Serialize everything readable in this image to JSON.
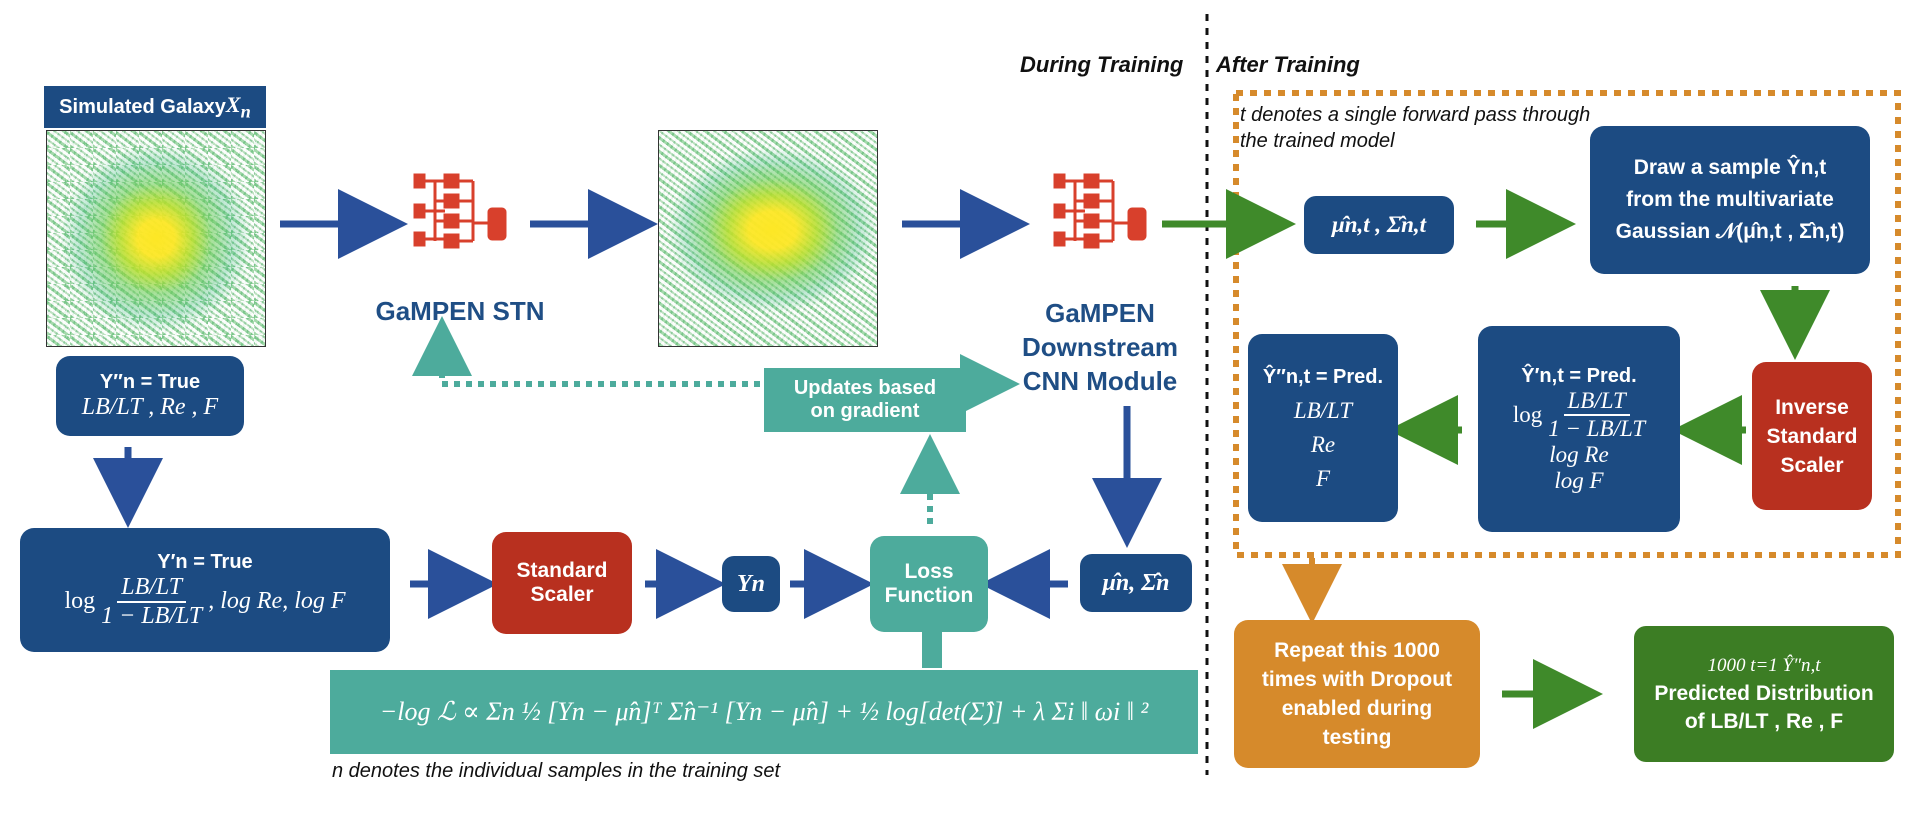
{
  "headers": {
    "during": "During Training",
    "after": "After Training"
  },
  "note_forward": "t denotes a single forward pass through the trained model",
  "note_samples": "n denotes the individual samples in the training set",
  "galaxy_label": {
    "text": "Simulated Galaxy ",
    "math": "Xn"
  },
  "true_box": {
    "line1": "Y″n = True",
    "line2": "LB/LT , Re , F"
  },
  "true_transformed": {
    "line1": "Y′n = True",
    "numerator": "LB/LT",
    "denominator": "1 − LB/LT",
    "log": "log",
    "rest": ", log Re, log F"
  },
  "stn_label": "GaMPEN STN",
  "downstream_label": [
    "GaMPEN",
    "Downstream",
    "CNN Module"
  ],
  "updates_box": [
    "Updates based",
    "on gradient"
  ],
  "standard_scaler": [
    "Standard",
    "Scaler"
  ],
  "yn_box": "Yn",
  "loss_box": [
    "Loss",
    "Function"
  ],
  "mu_sigma_box": "μ̂n, Σ̂n",
  "mu_sigma_t_box": "μ̂n,t , Σ̂n,t",
  "draw_box": [
    "Draw a sample  Ŷn,t",
    "from the multivariate",
    "Gaussian  𝒩(μ̂n,t , Σ̂n,t)"
  ],
  "inverse_box": [
    "Inverse",
    "Standard",
    "Scaler"
  ],
  "pred_prime_box": {
    "line1": "Ŷ′n,t = Pred.",
    "log": "log",
    "numerator": "LB/LT",
    "denominator": "1 − LB/LT",
    "line3": "log Re",
    "line4": "log F"
  },
  "pred_dprime_box": [
    "Ŷ″n,t = Pred.",
    "LB/LT",
    "Re",
    "F"
  ],
  "repeat_box": [
    "Repeat this 1000",
    "times with Dropout",
    "enabled during",
    "testing"
  ],
  "final_box": {
    "top": "1000 t=1 Ŷ″n,t",
    "line2": "Predicted Distribution",
    "line3": "of  LB/LT , Re , F"
  },
  "loss_formula": "−log ℒ ∝ Σn ½ [Yn − μ̂n]ᵀ Σ̂n⁻¹ [Yn − μ̂n] + ½ log[det(Σ̂)] + λ Σi ‖ ωi ‖ ²",
  "colors": {
    "blue": "#1c4b82",
    "red": "#b8301f",
    "teal": "#4dab9c",
    "orange": "#d68a2b",
    "green": "#3c7d24",
    "arrow_blue": "#2a509a",
    "arrow_green": "#3f8a2a"
  }
}
